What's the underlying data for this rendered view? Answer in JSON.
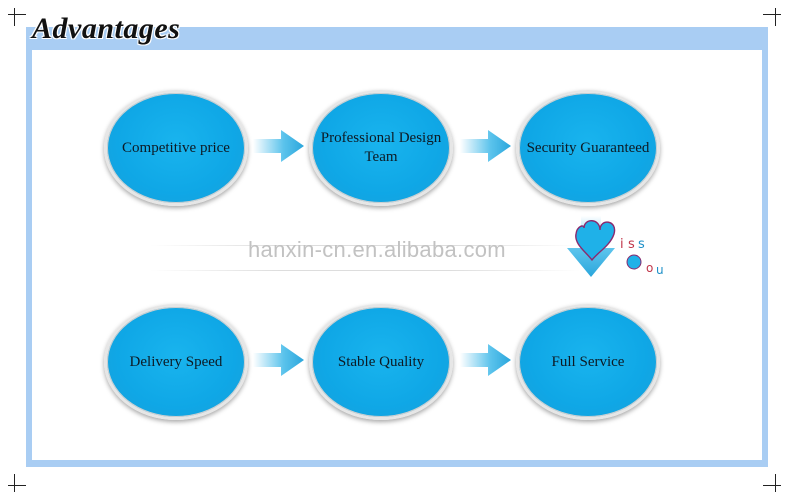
{
  "header": {
    "title": "Advantages"
  },
  "watermark": "hanxin-cn.en.alibaba.com",
  "nodes": [
    {
      "id": "competitive-price",
      "label": "Competitive price"
    },
    {
      "id": "professional-design-team",
      "label": "Professional Design Team"
    },
    {
      "id": "security-guaranteed",
      "label": "Security Guaranteed"
    },
    {
      "id": "delivery-speed",
      "label": "Delivery Speed"
    },
    {
      "id": "stable-quality",
      "label": "Stable Quality"
    },
    {
      "id": "full-service",
      "label": "Full Service"
    }
  ],
  "sticker": {
    "icon": "heart-miss-you-sticker-icon"
  },
  "colors": {
    "frame": "#a9cdf3",
    "node_fill": "#12acea",
    "arrow": "#4db8e6"
  }
}
